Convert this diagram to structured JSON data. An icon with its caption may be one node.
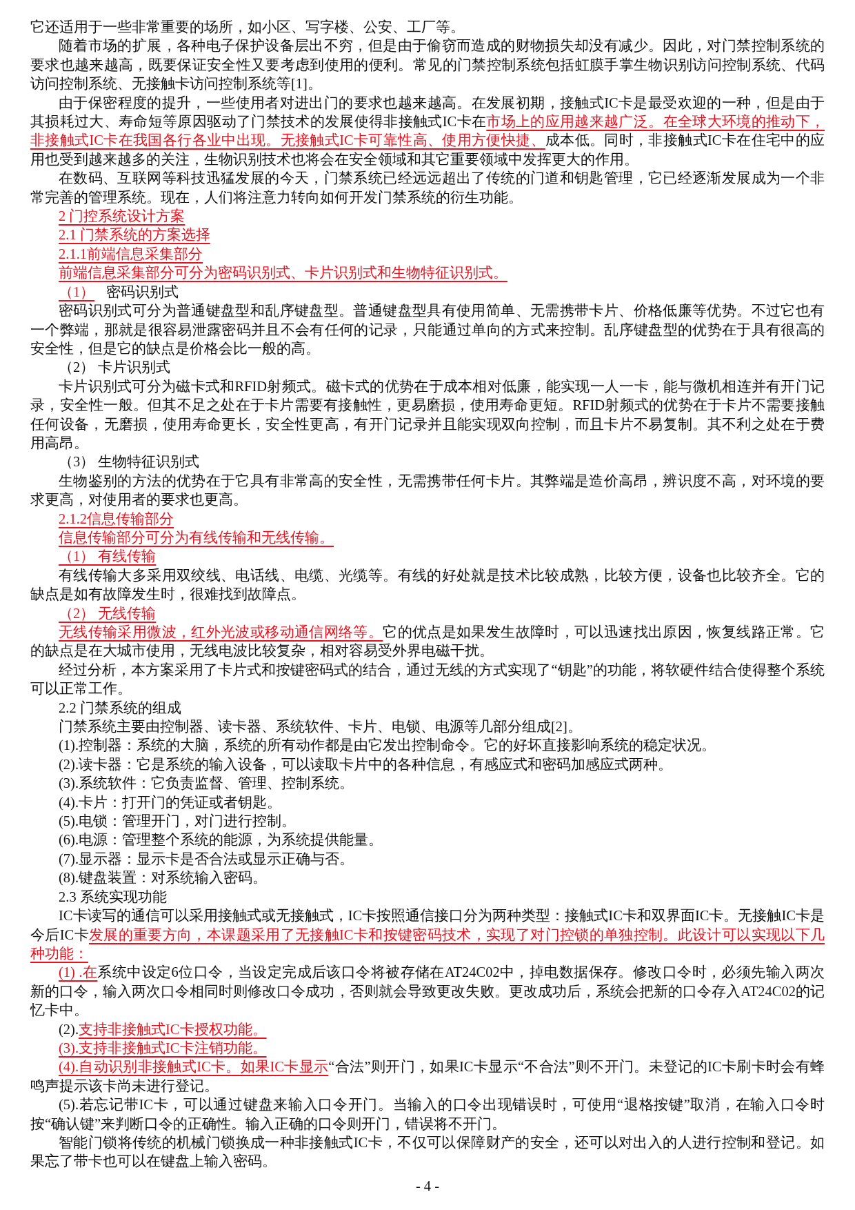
{
  "diagram": {
    "labels": [
      "它还适用于一些非常重要的场所，如小区、写字楼、公安、工厂等。",
      "随着市场的扩展，各种电子保护设备层出不穷，但是由于偷窃而造成的财物损失却没有减少。因此，对门禁控制系统的要求也越来越高，既要保证安全性又要考虑到使用的便利。常见的门禁控制系统包括虹膜手掌生物识别访问控制系统、代码访问控制系统、无接触卡访问控制系统等[1]。",
      "由于保密程度的提升，一些使用者对进出门的要求也越来越高。在发展初期，接触式IC卡是最受欢迎的一种，但是由于其损耗过大、寿命短等原因驱动了门禁技术的发展使得非接触式IC卡在",
      "市场上的应用越来越广泛。在全球大环境的推动下，非接触式IC卡在我国各行各业中出现。无接触式IC卡可靠性高、使用方便快捷、",
      "成本低。同时，非接触式IC卡在住宅中的应用也受到越来越多的关注，生物识别技术也将会在安全领域和其它重要领域中发挥更大的作用。",
      "在数码、互联网等科技迅猛发展的今天，门禁系统已经远远超出了传统的门道和钥匙管理，它已经逐渐发展成为一个非常完善的管理系统。现在，人们将注意力转向如何开发门禁系统的衍生功能。",
      "2 门控系统设计方案",
      "2.1 门禁系统的方案选择",
      "2.1.1前端信息采集部分",
      "前端信息采集部分可分为密码识别式、卡片识别式和生物特征识别式。",
      "（1）",
      "密码识别式",
      "密码识别式可分为普通键盘型和乱序键盘型。普通键盘型具有使用简单、无需携带卡片、价格低廉等优势。不过它也有一个弊端，那就是很容易泄露密码并且不会有任何的记录，只能通过单向的方式来控制。乱序键盘型的优势在于具有很高的安全性，但是它的缺点是价格会比一般的高。",
      "（2） 卡片识别式",
      "卡片识别式可分为磁卡式和RFID射频式。磁卡式的优势在于成本相对低廉，能实现一人一卡，能与微机相连并有开门记录，安全性一般。但其不足之处在于卡片需要有接触性，更易磨损，使用寿命更短。RFID射频式的优势在于卡片不需要接触任何设备，无磨损，使用寿命更长，安全性更高，有开门记录并且能实现双向控制，而且卡片不易复制。其不利之处在于费用高昂。",
      "（3） 生物特征识别式",
      "生物鉴别的方法的优势在于它具有非常高的安全性，无需携带任何卡片。其弊端是造价高昂，辨识度不高，对环境的要求更高，对使用者的要求也更高。",
      "2.1.2信息传输部分",
      "信息传输部分可分为有线传输和无线传输。",
      "（1） 有线传输",
      "有线传输大多采用双绞线、电话线、电缆、光缆等。有线的好处就是技术比较成熟，比较方便，设备也比较齐全。它的缺点是如有故障发生时，很难找到故障点。",
      "（2） 无线传输",
      "无线传输采用微波，红外光波或移动通信网络等。",
      "它的优点是如果发生故障时，可以迅速找出原因，恢复线路正常。它的缺点是在大城市使用，无线电波比较复杂，相对容易受外界电磁干扰。",
      "经过分析，本方案采用了卡片式和按键密码式的结合，通过无线的方式实现了“钥匙”的功能，将软硬件结合使得整个系统可以正常工作。",
      "2.2 门禁系统的组成",
      "门禁系统主要由控制器、读卡器、系统软件、卡片、电锁、电源等几部分组成[2]。",
      "(1).控制器：系统的大脑，系统的所有动作都是由它发出控制命令。它的好坏直接影响系统的稳定状况。",
      "(2).读卡器：它是系统的输入设备，可以读取卡片中的各种信息，有感应式和密码加感应式两种。",
      "(3).系统软件：它负责监督、管理、控制系统。",
      "(4).卡片：打开门的凭证或者钥匙。",
      "(5).电锁：管理开门，对门进行控制。",
      "(6).电源：管理整个系统的能源，为系统提供能量。",
      "(7).显示器：显示卡是否合法或显示正确与否。",
      "(8).键盘装置：对系统输入密码。",
      "2.3 系统实现功能",
      "IC卡读写的通信可以采用接触式或无接触式，IC卡按照通信接口分为两种类型：接触式IC卡和双界面IC卡。无接触IC卡是今后IC卡",
      "发展的重要方向，本课题采用了无接触IC卡和按键密码技术，实现了对门控锁的单独控制。此设计可以实现以下几种功能：",
      "(1) .在",
      "系统中设定6位口令，当设定完成后该口令将被存储在AT24C02中，掉电数据保存。修改口令时，必须先输入两次新的口令，输入两次口令相同时则修改口令成功，否则就会导致更改失败。更改成功后，系统会把新的口令存入AT24C02的记忆卡中。",
      "(2).",
      "支持非接触式IC卡授权功能。",
      "(3).支持非接触式IC卡注销功能。",
      "(4).自动识别非接触式IC卡。如果IC卡显示",
      "“合法”则开门，如果IC卡显示“不合法”则不开门。未登记的IC卡刷卡时会有蜂鸣声提示该卡尚未进行登记。",
      "(5).若忘记带IC卡，可以通过键盘来输入口令开门。当输入的口令出现错误时，可使用“退格按键”取消，在输入口令时按“确认键”来判断口令的正确性。输入正确的口令则开门，错误将不开门。",
      "智能门锁将传统的机械门锁换成一种非接触式IC卡，不仅可以保障财产的安全，还可以对出入的人进行控制和登记。如果忘了带卡也可以在键盘上输入密码。",
      "- 4 -"
    ]
  }
}
